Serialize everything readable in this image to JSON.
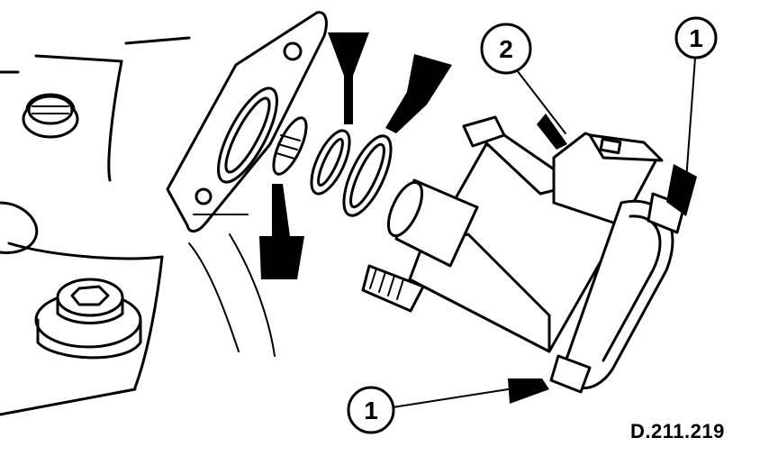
{
  "callouts": {
    "one_top": "1",
    "two": "2",
    "one_bottom": "1"
  },
  "reference_code": "D.211.219"
}
